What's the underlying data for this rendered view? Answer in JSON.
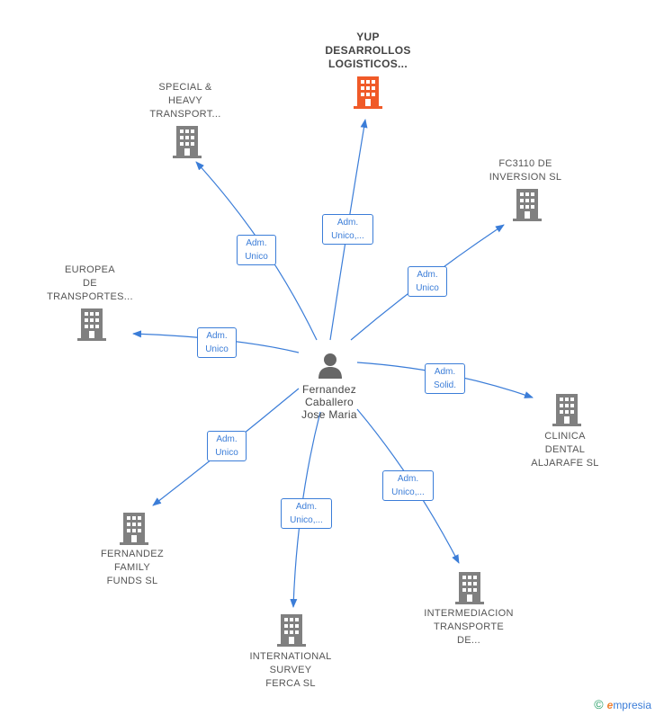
{
  "colors": {
    "edge": "#3b7dd8",
    "main_building": "#f05a28",
    "building": "#808080",
    "person": "#666666"
  },
  "person": {
    "line1": "Fernandez",
    "line2": "Caballero",
    "line3": "Jose Maria"
  },
  "companies": [
    {
      "id": "yup",
      "l1": "YUP",
      "l2": "DESARROLLOS",
      "l3": "LOGISTICOS..."
    },
    {
      "id": "special",
      "l1": "SPECIAL &",
      "l2": "HEAVY",
      "l3": "TRANSPORT..."
    },
    {
      "id": "fc3110",
      "l1": "FC3110 DE",
      "l2": "INVERSION  SL",
      "l3": ""
    },
    {
      "id": "europea",
      "l1": "EUROPEA",
      "l2": "DE",
      "l3": "TRANSPORTES..."
    },
    {
      "id": "clinica",
      "l1": "CLINICA",
      "l2": "DENTAL",
      "l3": "ALJARAFE SL"
    },
    {
      "id": "fernandez",
      "l1": "FERNANDEZ",
      "l2": "FAMILY",
      "l3": "FUNDS SL"
    },
    {
      "id": "international",
      "l1": "INTERNATIONAL",
      "l2": "SURVEY",
      "l3": "FERCA  SL"
    },
    {
      "id": "intermediacion",
      "l1": "INTERMEDIACION",
      "l2": "TRANSPORTE",
      "l3": "DE..."
    }
  ],
  "roles": [
    {
      "l1": "Adm.",
      "l2": "Unico,..."
    },
    {
      "l1": "Adm.",
      "l2": "Unico"
    },
    {
      "l1": "Adm.",
      "l2": "Unico"
    },
    {
      "l1": "Adm.",
      "l2": "Unico"
    },
    {
      "l1": "Adm.",
      "l2": "Solid."
    },
    {
      "l1": "Adm.",
      "l2": "Unico"
    },
    {
      "l1": "Adm.",
      "l2": "Unico,..."
    },
    {
      "l1": "Adm.",
      "l2": "Unico,..."
    }
  ],
  "footer": {
    "copyright": "©",
    "brand_first": "e",
    "brand_rest": "mpresia"
  }
}
